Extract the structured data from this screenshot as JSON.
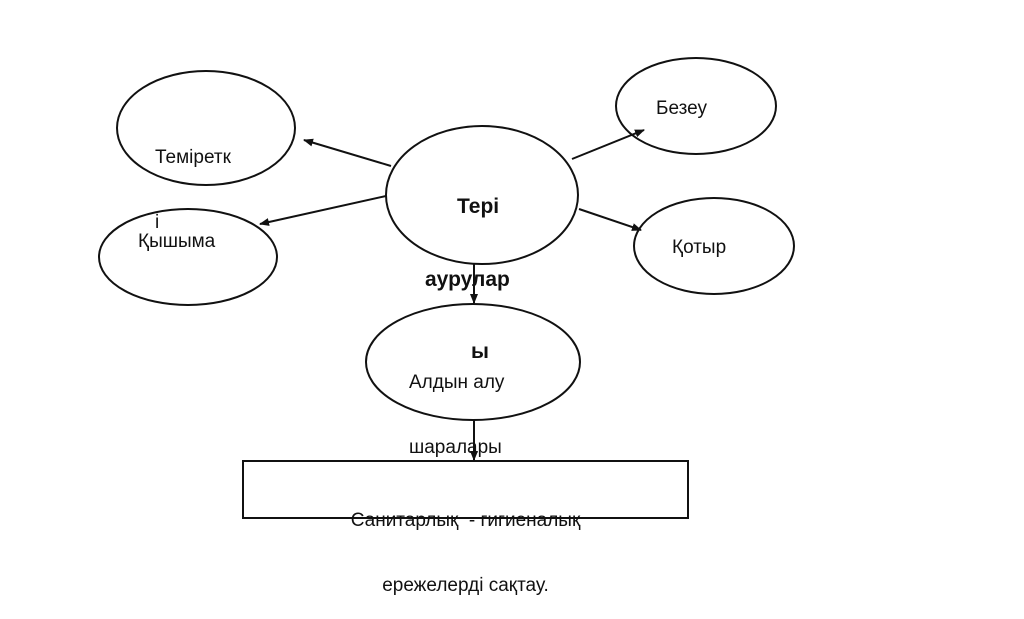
{
  "diagram": {
    "center": {
      "line1": "Тері",
      "line2": "аурулар",
      "line3": "ы"
    },
    "nodes": {
      "temiretki": {
        "line1": "Теміретк",
        "line2": "і"
      },
      "bezeu": {
        "label": "Безеу"
      },
      "qyshyma": {
        "label": "Қышыма"
      },
      "qotyr": {
        "label": "Қотыр"
      },
      "prevention": {
        "line1": "Алдын алу",
        "line2": "шаралары"
      }
    },
    "box": {
      "line1": "Санитарлық  - гигиеналық",
      "line2": "ережелерді сақтау."
    }
  }
}
